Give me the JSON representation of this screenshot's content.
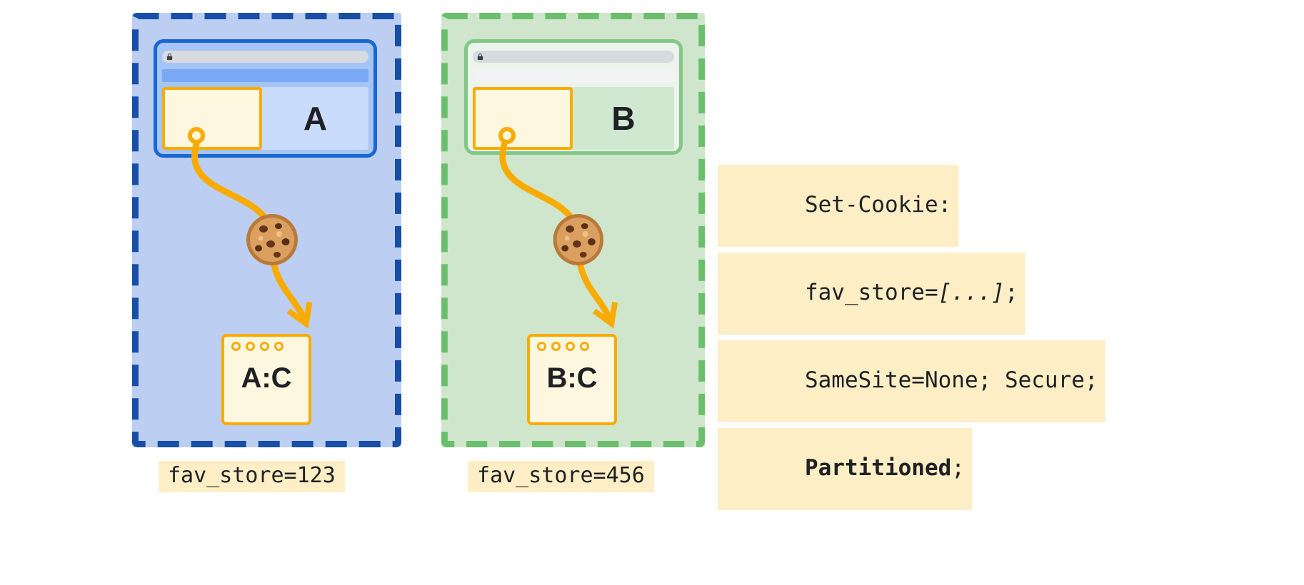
{
  "page": {
    "background": "#ffffff"
  },
  "colors": {
    "orange": "#f9ab00",
    "cream": "#fef7e0",
    "highlight": "#fdeec6",
    "text": "#202124",
    "addr-pill": "#d7dade",
    "blue-partition-border": "#174ea6",
    "blue-partition-bg": "#bccff2",
    "blue-window-frame": "#1967d2",
    "blue-window-bg": "#a5c5f7",
    "blue-nav": "#79a8f5",
    "blue-content": "#c9dcfb",
    "green-partition-border": "#6abf6c",
    "green-partition-bg": "#cfe6cd",
    "green-window-frame": "#82c785",
    "green-window-bg": "#ecf4ec",
    "green-nav": "#f1f3f4",
    "green-content": "#cfe8cf"
  },
  "partitions": [
    {
      "site_label": "A",
      "cookie_jar_label": "A:C",
      "cookie_value": "fav_store=123"
    },
    {
      "site_label": "B",
      "cookie_jar_label": "B:C",
      "cookie_value": "fav_store=456"
    }
  ],
  "code_block": {
    "line1": "Set-Cookie:",
    "line2_prefix": "fav_store=",
    "line2_placeholder": "[...]",
    "line2_suffix": ";",
    "line3": "SameSite=None; Secure;",
    "line4_keyword": "Partitioned",
    "line4_suffix": ";"
  },
  "icons": {
    "lock-icon": "🔒",
    "cookie-icon": "🍪"
  }
}
